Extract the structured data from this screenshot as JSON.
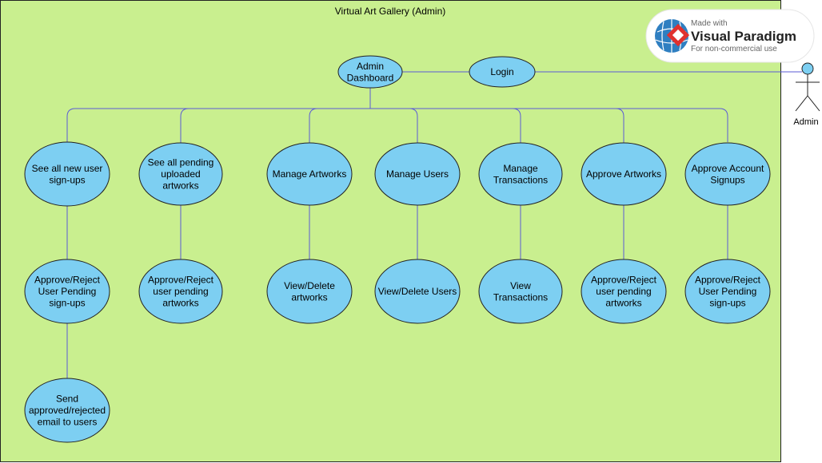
{
  "system": {
    "title": "Virtual Art Gallery (Admin)"
  },
  "actor": {
    "label": "Admin"
  },
  "watermark": {
    "line1": "Made with",
    "line2": "Visual Paradigm",
    "line3": "For non-commercial use"
  },
  "use_cases": {
    "admin_dashboard": [
      "Admin",
      "Dashboard"
    ],
    "login": [
      "Login"
    ],
    "new_signups": [
      "See all new user",
      "sign-ups"
    ],
    "pending_artworks": [
      "See all pending",
      "uploaded",
      "artworks"
    ],
    "manage_artworks": [
      "Manage Artworks"
    ],
    "manage_users": [
      "Manage Users"
    ],
    "manage_transactions": [
      "Manage",
      "Transactions"
    ],
    "approve_artworks": [
      "Approve Artworks"
    ],
    "approve_signups": [
      "Approve Account",
      "Signups"
    ],
    "approve_reject_pending_signups": [
      "Approve/Reject",
      "User Pending",
      "sign-ups"
    ],
    "approve_reject_pending_artworks": [
      "Approve/Reject",
      "user pending",
      "artworks"
    ],
    "view_delete_artworks": [
      "View/Delete",
      "artworks"
    ],
    "view_delete_users": [
      "View/Delete Users"
    ],
    "view_transactions": [
      "View",
      "Transactions"
    ],
    "approve_reject_artworks_2": [
      "Approve/Reject",
      "user pending",
      "artworks"
    ],
    "approve_reject_signups_2": [
      "Approve/Reject",
      "User Pending",
      "sign-ups"
    ],
    "send_email": [
      "Send",
      "approved/rejected",
      "email to users"
    ]
  },
  "colors": {
    "system_fill": "#c9ef8f",
    "use_case_fill": "#7dcff2",
    "connector": "#5b5bd6",
    "actor_fill": "#7dcff2"
  }
}
